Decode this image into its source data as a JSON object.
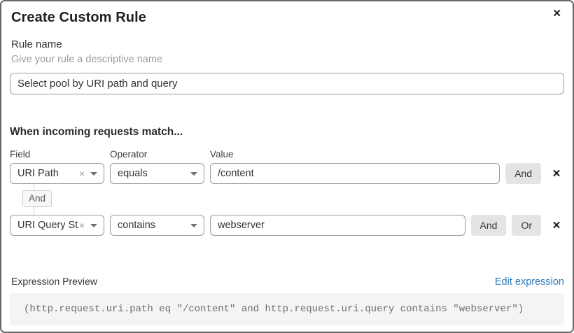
{
  "dialog": {
    "title": "Create Custom Rule"
  },
  "icons": {
    "close": "✕",
    "remove": "✕",
    "clear": "×"
  },
  "rule_name": {
    "label": "Rule name",
    "helper": "Give your rule a descriptive name",
    "value": "Select pool by URI path and query"
  },
  "matcher": {
    "heading": "When incoming requests match...",
    "columns": {
      "field": "Field",
      "operator": "Operator",
      "value": "Value"
    },
    "rows": [
      {
        "field": "URI Path",
        "operator": "equals",
        "value": "/content",
        "and_label": "And"
      },
      {
        "field": "URI Query St...",
        "operator": "contains",
        "value": "webserver",
        "and_label": "And",
        "or_label": "Or"
      }
    ],
    "connector_label": "And"
  },
  "expression": {
    "label": "Expression Preview",
    "edit_link": "Edit expression",
    "code": "(http.request.uri.path eq \"/content\" and http.request.uri.query contains \"webserver\")"
  },
  "colors": {
    "link_blue": "#2e7bb8",
    "button_gray": "#e4e4e4",
    "border_gray": "#9a9a9a",
    "code_bg": "#f4f4f4"
  }
}
